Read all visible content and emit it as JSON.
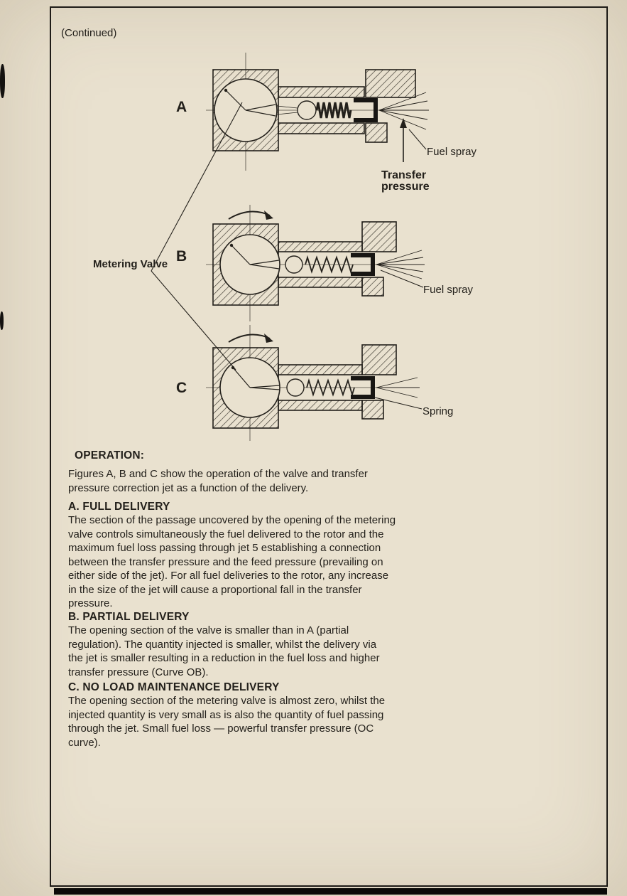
{
  "page": {
    "continued": "(Continued)"
  },
  "labels": {
    "fig_a": "A",
    "fig_b": "B",
    "fig_c": "C",
    "fuel_spray": "Fuel spray",
    "transfer_pressure": "Transfer\npressure",
    "metering_valve": "Metering Valve",
    "spring": "Spring"
  },
  "sections": [
    {
      "title": "OPERATION:",
      "body": "Figures A, B and C show the operation of the valve and transfer\npressure correction jet as a function of the delivery."
    },
    {
      "title": "A. FULL DELIVERY",
      "body": "The section of the passage uncovered by the opening of the metering\nvalve controls simultaneously the fuel delivered to the rotor and the\nmaximum fuel loss passing through jet 5 establishing a connection\nbetween the transfer pressure and the feed pressure (prevailing on\neither side of the jet). For all fuel deliveries to the rotor, any increase\nin the size of the jet will cause a proportional fall in the transfer\npressure."
    },
    {
      "title": "B. PARTIAL DELIVERY",
      "body": "The opening section of the valve is smaller than in A (partial\nregulation). The quantity injected is smaller, whilst the delivery via\nthe jet is smaller resulting in a reduction in the fuel loss and higher\ntransfer pressure (Curve OB)."
    },
    {
      "title": "C. NO LOAD MAINTENANCE DELIVERY",
      "body": "The opening section of the metering valve is almost zero, whilst the\ninjected quantity is very small as is also the quantity of fuel passing\nthrough the jet. Small fuel loss — powerful transfer pressure (OC\ncurve)."
    }
  ]
}
